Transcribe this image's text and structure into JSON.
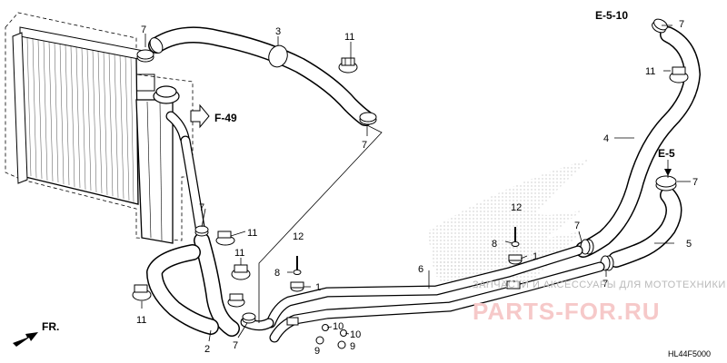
{
  "callouts": {
    "c1a": "1",
    "c1b": "1",
    "c2": "2",
    "c3": "3",
    "c4": "4",
    "c5": "5",
    "c6": "6",
    "c7a": "7",
    "c7b": "7",
    "c7c": "7",
    "c7d": "7",
    "c7e": "7",
    "c7f": "7",
    "c7g": "7",
    "c7h": "7",
    "c8a": "8",
    "c8b": "8",
    "c9a": "9",
    "c9b": "9",
    "c10a": "10",
    "c10b": "10",
    "c11a": "11",
    "c11b": "11",
    "c11c": "11",
    "c11d": "11",
    "c11e": "11",
    "c12a": "12",
    "c12b": "12"
  },
  "references": {
    "f49": "F-49",
    "e510": "E-5-10",
    "e5": "E-5"
  },
  "direction_label": "FR.",
  "diagram_code": "HL44F5000",
  "watermark": {
    "line1": "ЗАПЧАСТИ И АКСЕССУАРЫ ДЛЯ МОТОТЕХНИКИ",
    "line2": "PARTS-FOR.RU"
  },
  "colors": {
    "watermark_gray": "#b9b9b9",
    "watermark_red": "#f6c9c9",
    "line": "#000000"
  }
}
